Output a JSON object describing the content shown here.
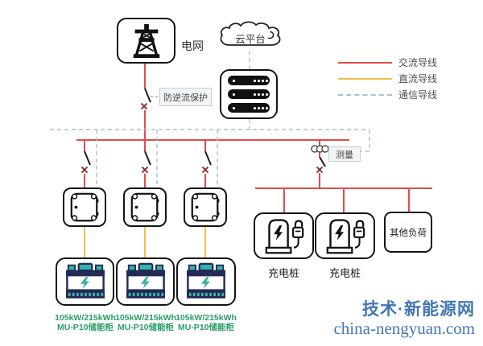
{
  "nodes": {
    "grid": {
      "label": "电网"
    },
    "cloud": {
      "label": "云平台"
    },
    "anti_backflow": {
      "label": "防逆流保护"
    },
    "measurement": {
      "label": "测量"
    },
    "other_load": {
      "label": "其他负荷"
    }
  },
  "legend": {
    "items": [
      {
        "label": "交流导线",
        "style": "solid",
        "color": "#e14b4b"
      },
      {
        "label": "直流导线",
        "style": "solid",
        "color": "#efc14b"
      },
      {
        "label": "通信导线",
        "style": "dashed",
        "color": "#a7c0d6"
      }
    ]
  },
  "chargers": [
    {
      "label": "充电桩"
    },
    {
      "label": "充电桩"
    }
  ],
  "storage_units": [
    {
      "capacity": "105kW/215kWh",
      "name": "MU-P10储能柜"
    },
    {
      "capacity": "105kW/215kWh",
      "name": "MU-P10储能柜"
    },
    {
      "capacity": "105kW/215kWh",
      "name": "MU-P10储能柜"
    }
  ],
  "watermark": {
    "line1": "技术·新能源网",
    "line2": "china-nengyuan.com"
  },
  "colors": {
    "ac_line": "#e14b4b",
    "dc_line": "#efc14b",
    "comm_line": "#a7c0d6",
    "switch_x_mark": "#8a2626",
    "storage_text": "#2b9e68",
    "battery_navy": "#232a56",
    "battery_teal": "#35b3ab",
    "watermark_blue": "#4276b5"
  }
}
